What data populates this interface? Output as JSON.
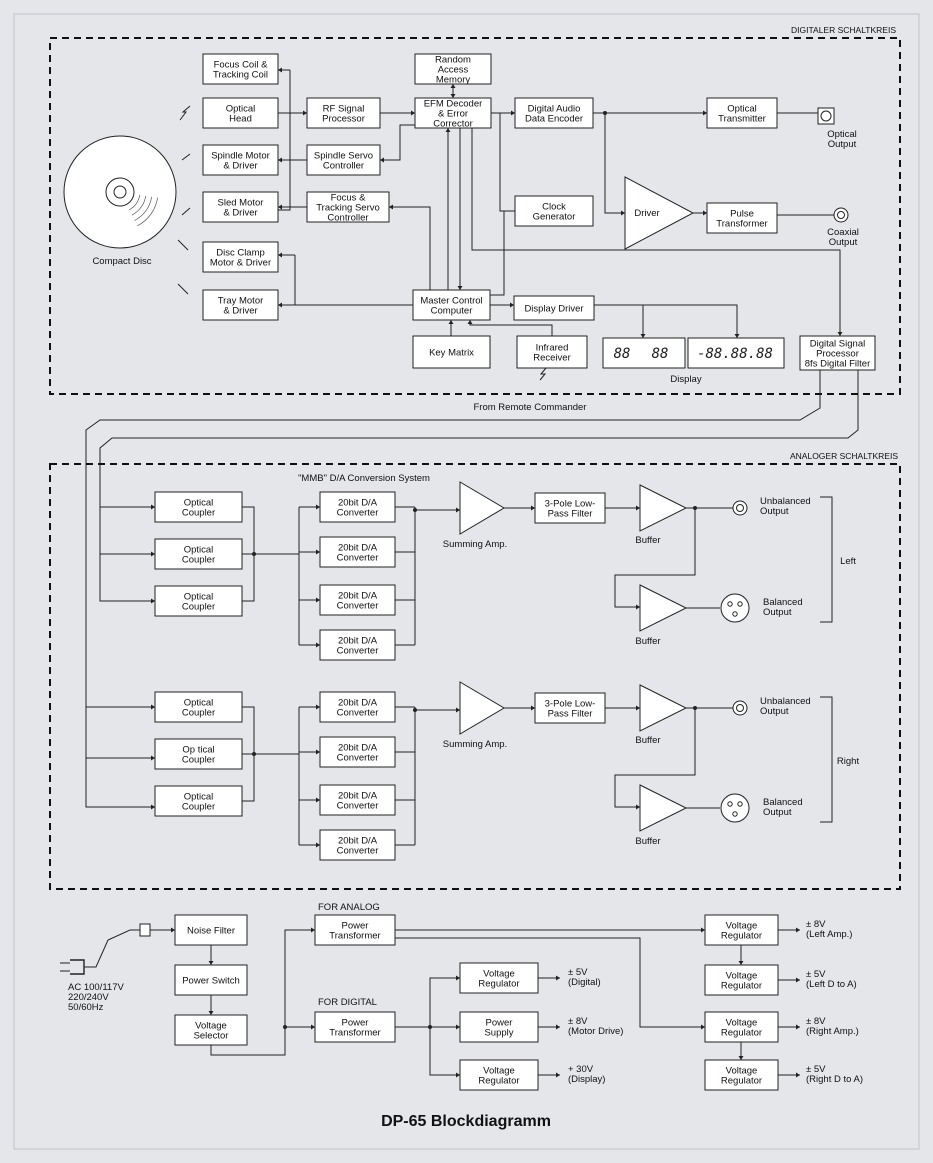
{
  "title": "DP-65 Blockdiagramm",
  "sections": {
    "digital": "DIGITALER SCHALTKREIS",
    "analog": "ANALOGER SCHALTKREIS",
    "mmb": "\"MMB\" D/A Conversion System",
    "remote": "From Remote Commander"
  },
  "digital": {
    "focus_coil": [
      "Focus Coil &",
      "Tracking Coil"
    ],
    "optical_head": [
      "Optical",
      "Head"
    ],
    "spindle_motor": [
      "Spindle Motor",
      "& Driver"
    ],
    "sled_motor": [
      "Sled Motor",
      "& Driver"
    ],
    "disc_clamp": [
      "Disc Clamp",
      "Motor & Driver"
    ],
    "tray_motor": [
      "Tray Motor",
      "& Driver"
    ],
    "compact_disc": "Compact Disc",
    "rf": [
      "RF Signal",
      "Processor"
    ],
    "spindle_servo": [
      "Spindle Servo",
      "Controller"
    ],
    "focus_servo": [
      "Focus &",
      "Tracking Servo",
      "Controller"
    ],
    "ram": [
      "Random",
      "Access",
      "Memory"
    ],
    "efm": [
      "EFM Decoder",
      "& Error",
      "Corrector"
    ],
    "dade": [
      "Digital Audio",
      "Data Encoder"
    ],
    "clock": [
      "Clock",
      "Generator"
    ],
    "optical_tx": [
      "Optical",
      "Transmitter"
    ],
    "optical_out": [
      "Optical",
      "Output"
    ],
    "driver": "Driver",
    "pulse": [
      "Pulse",
      "Transformer"
    ],
    "coax_out": [
      "Coaxial",
      "Output"
    ],
    "master": [
      "Master Control",
      "Computer"
    ],
    "display_driver": "Display Driver",
    "key_matrix": "Key Matrix",
    "ir": [
      "Infrared",
      "Receiver"
    ],
    "display": "Display",
    "display_digits_1": "88",
    "display_digits_2": "88",
    "display_digits_3": "-88.88.88",
    "dsp": [
      "Digital Signal",
      "Processor",
      "8fs Digital Filter"
    ]
  },
  "analog": {
    "optical_coupler": [
      "Optical",
      "Coupler"
    ],
    "optical_coupler_spaced": [
      "Op      tical",
      "Coupler"
    ],
    "dac": [
      "20bit  D/A",
      "Converter"
    ],
    "summing": "Summing Amp.",
    "lpf": [
      "3-Pole Low-",
      "Pass Filter"
    ],
    "buffer": "Buffer",
    "unbalanced": [
      "Unbalanced",
      "Output"
    ],
    "balanced": [
      "Balanced",
      "Output"
    ],
    "left": "Left",
    "right": "Right"
  },
  "power": {
    "ac": [
      "AC  100/117V",
      "220/240V",
      "50/60Hz"
    ],
    "noise_filter": "Noise Filter",
    "power_switch": "Power Switch",
    "voltage_selector": [
      "Voltage",
      "Selector"
    ],
    "for_analog": "FOR ANALOG",
    "for_digital": "FOR DIGITAL",
    "power_transformer": [
      "Power",
      "Transformer"
    ],
    "voltage_regulator": [
      "Voltage",
      "Regulator"
    ],
    "power_supply": [
      "Power",
      "Supply"
    ],
    "out_digital": [
      "± 5V",
      "(Digital)"
    ],
    "out_motor": [
      "± 8V",
      "(Motor Drive)"
    ],
    "out_display": [
      "+ 30V",
      "(Display)"
    ],
    "out_left_amp": [
      "± 8V",
      "(Left  Amp.)"
    ],
    "out_left_da": [
      "± 5V",
      "(Left  D to A)"
    ],
    "out_right_amp": [
      "± 8V",
      "(Right  Amp.)"
    ],
    "out_right_da": [
      "± 5V",
      "(Right  D to A)"
    ]
  }
}
